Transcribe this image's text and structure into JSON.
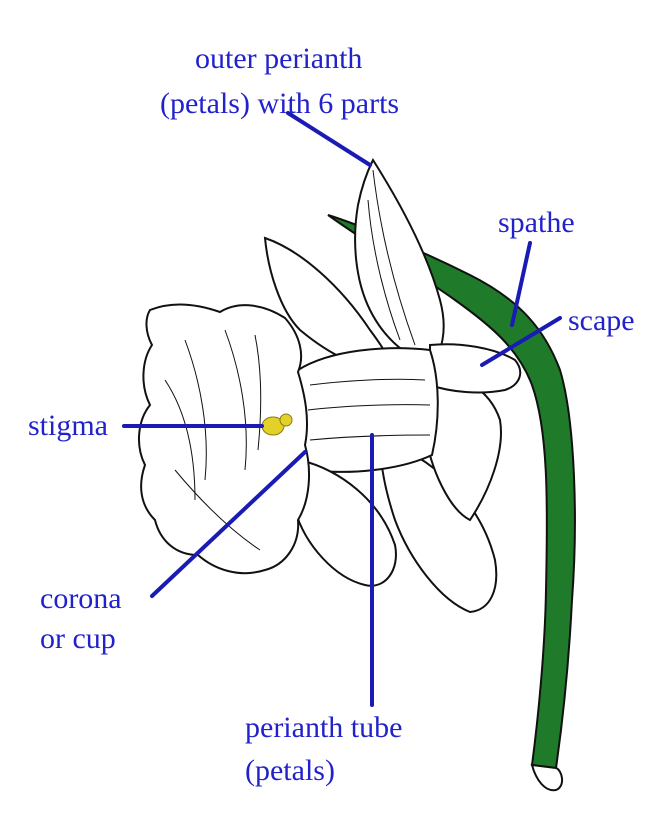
{
  "labels": {
    "outer_perianth_line1": "outer perianth",
    "outer_perianth_line2": "(petals) with 6 parts",
    "spathe": "spathe",
    "scape": "scape",
    "stigma": "stigma",
    "corona_line1": "corona",
    "corona_line2": "or cup",
    "perianth_tube_line1": "perianth tube",
    "perianth_tube_line2": "(petals)"
  },
  "colors": {
    "label_text": "#2222cc",
    "leader_line": "#1a1ab4",
    "stem": "#1f7a2a",
    "stigma": "#e3d12a",
    "outline": "#111111",
    "petal_fill": "#ffffff"
  }
}
